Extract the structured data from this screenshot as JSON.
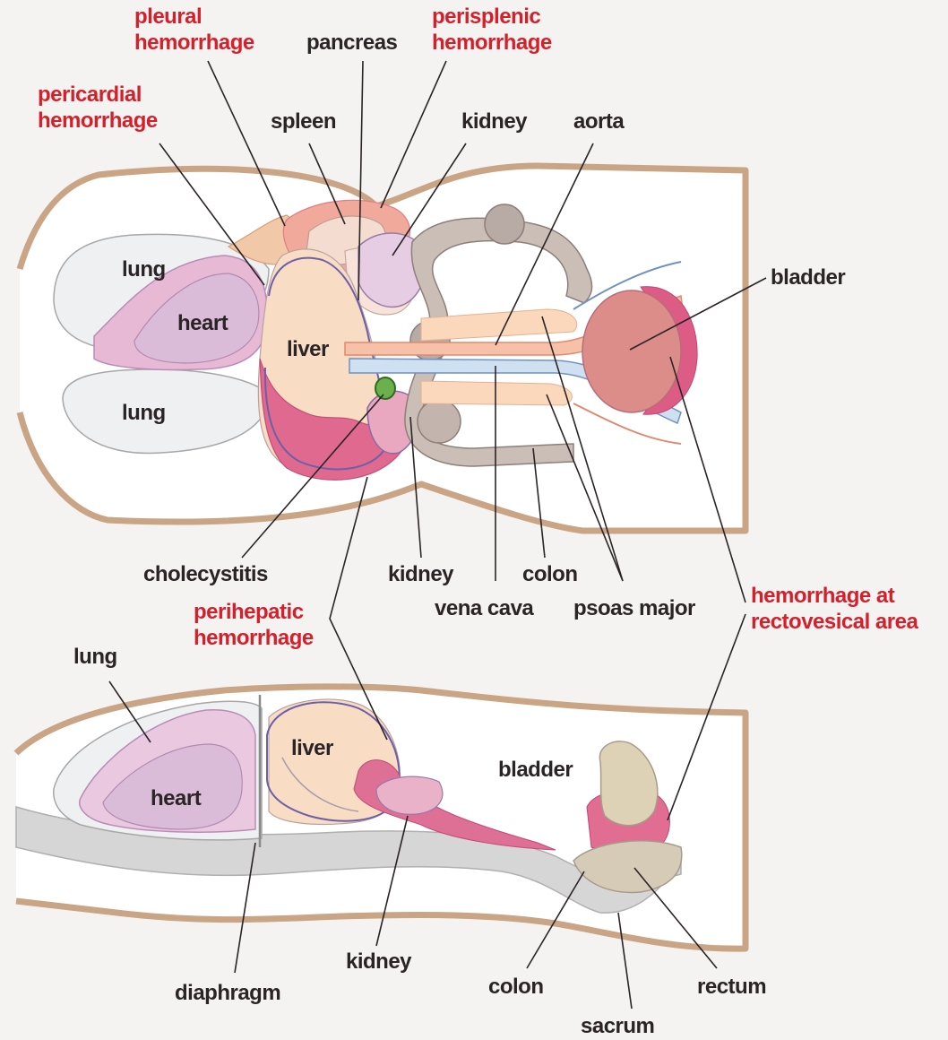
{
  "colors": {
    "organ_label": "#2a2426",
    "hemorrhage_label": "#d4202b",
    "body_outline": "#c9a585",
    "hemorrhage_fill": "#d9457a",
    "liver": "#f8dcc4",
    "lung": "#eef0f1",
    "heart": "#dbbcd8",
    "bowel": "#cbbeb6",
    "bone": "#d7d6d6"
  },
  "labels": {
    "pleural": [
      "pleural",
      "hemorrhage"
    ],
    "pancreas": "pancreas",
    "perisplenic": [
      "perisplenic",
      "hemorrhage"
    ],
    "pericardial": [
      "pericardial",
      "hemorrhage"
    ],
    "spleen": "spleen",
    "kidney_top": "kidney",
    "aorta": "aorta",
    "lung_top_upper": "lung",
    "heart_top": "heart",
    "liver_top": "liver",
    "lung_top_lower": "lung",
    "bladder_top": "bladder",
    "cholecystitis": "cholecystitis",
    "kidney_mid": "kidney",
    "colon_mid": "colon",
    "vena_cava": "vena cava",
    "psoas_major": "psoas major",
    "hemorrhage_rectovesical": [
      "hemorrhage at",
      "rectovesical area"
    ],
    "perihepatic": [
      "perihepatic",
      "hemorrhage"
    ],
    "lung_bottom": "lung",
    "liver_bottom": "liver",
    "bladder_bottom": "bladder",
    "heart_bottom": "heart",
    "kidney_bottom": "kidney",
    "diaphragm": "diaphragm",
    "colon_bottom": "colon",
    "rectum": "rectum",
    "sacrum": "sacrum"
  }
}
